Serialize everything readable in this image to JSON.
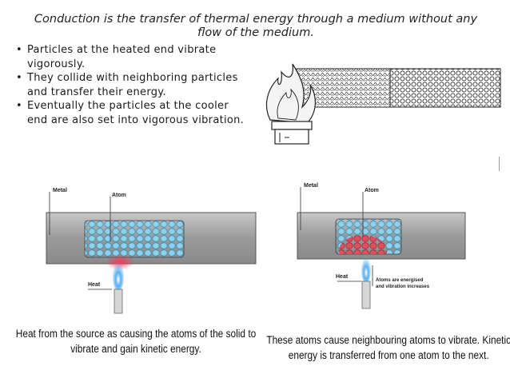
{
  "title": "Conduction is the transfer of thermal energy through a medium without any flow of the medium.",
  "bullets": [
    "Particles at the heated end vibrate vigorously.",
    "They collide with neighboring particles and transfer their energy.",
    "Eventually the particles at the cooler end are also set into vigorous vibration."
  ],
  "left_diagram": {
    "metal_label": "Metal",
    "atom_label": "Atom",
    "heat_label": "Heat",
    "caption": "Heat from the source as causing the atoms of the solid to vibrate and gain kinetic energy."
  },
  "right_diagram": {
    "metal_label": "Metal",
    "atom_label": "Atom",
    "heat_label": "Heat",
    "energised_label_1": "Atoms are energised",
    "energised_label_2": "and vibration increases",
    "caption": "These atoms cause neighbouring atoms to vibrate. Kinetic energy is transferred from one atom to the next."
  },
  "colors": {
    "bar": "#9a9a9a",
    "atom_cool": "#8fd0ea",
    "atom_hot": "#e0505c",
    "flame_blue": "#5ab0f0",
    "flame_red": "#ff3355"
  }
}
